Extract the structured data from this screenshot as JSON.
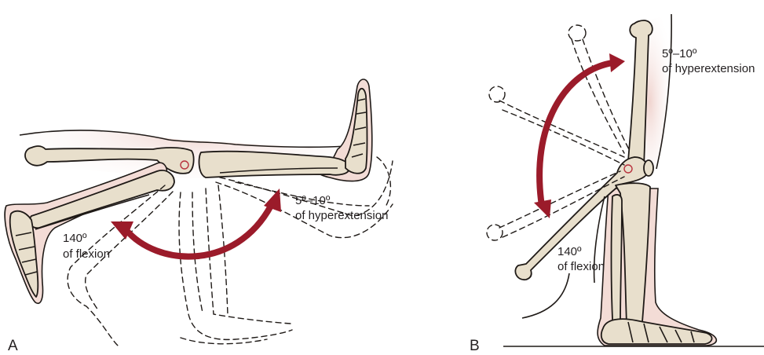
{
  "figure": {
    "panel_a": {
      "label": "A",
      "hyperextension": {
        "degrees": "5º–10º",
        "text": "of hyperextension"
      },
      "flexion": {
        "degrees": "140º",
        "text": "of flexion"
      }
    },
    "panel_b": {
      "label": "B",
      "hyperextension": {
        "degrees": "5º–10º",
        "text": "of hyperextension"
      },
      "flexion": {
        "degrees": "140º",
        "text": "of flexion"
      }
    },
    "colors": {
      "arrow": "#9b1b2a",
      "bone_fill": "#e8dfcc",
      "skin_fill": "#f3dcd6",
      "joint_axis": "#b8323d",
      "line": "#1f1a17"
    }
  }
}
